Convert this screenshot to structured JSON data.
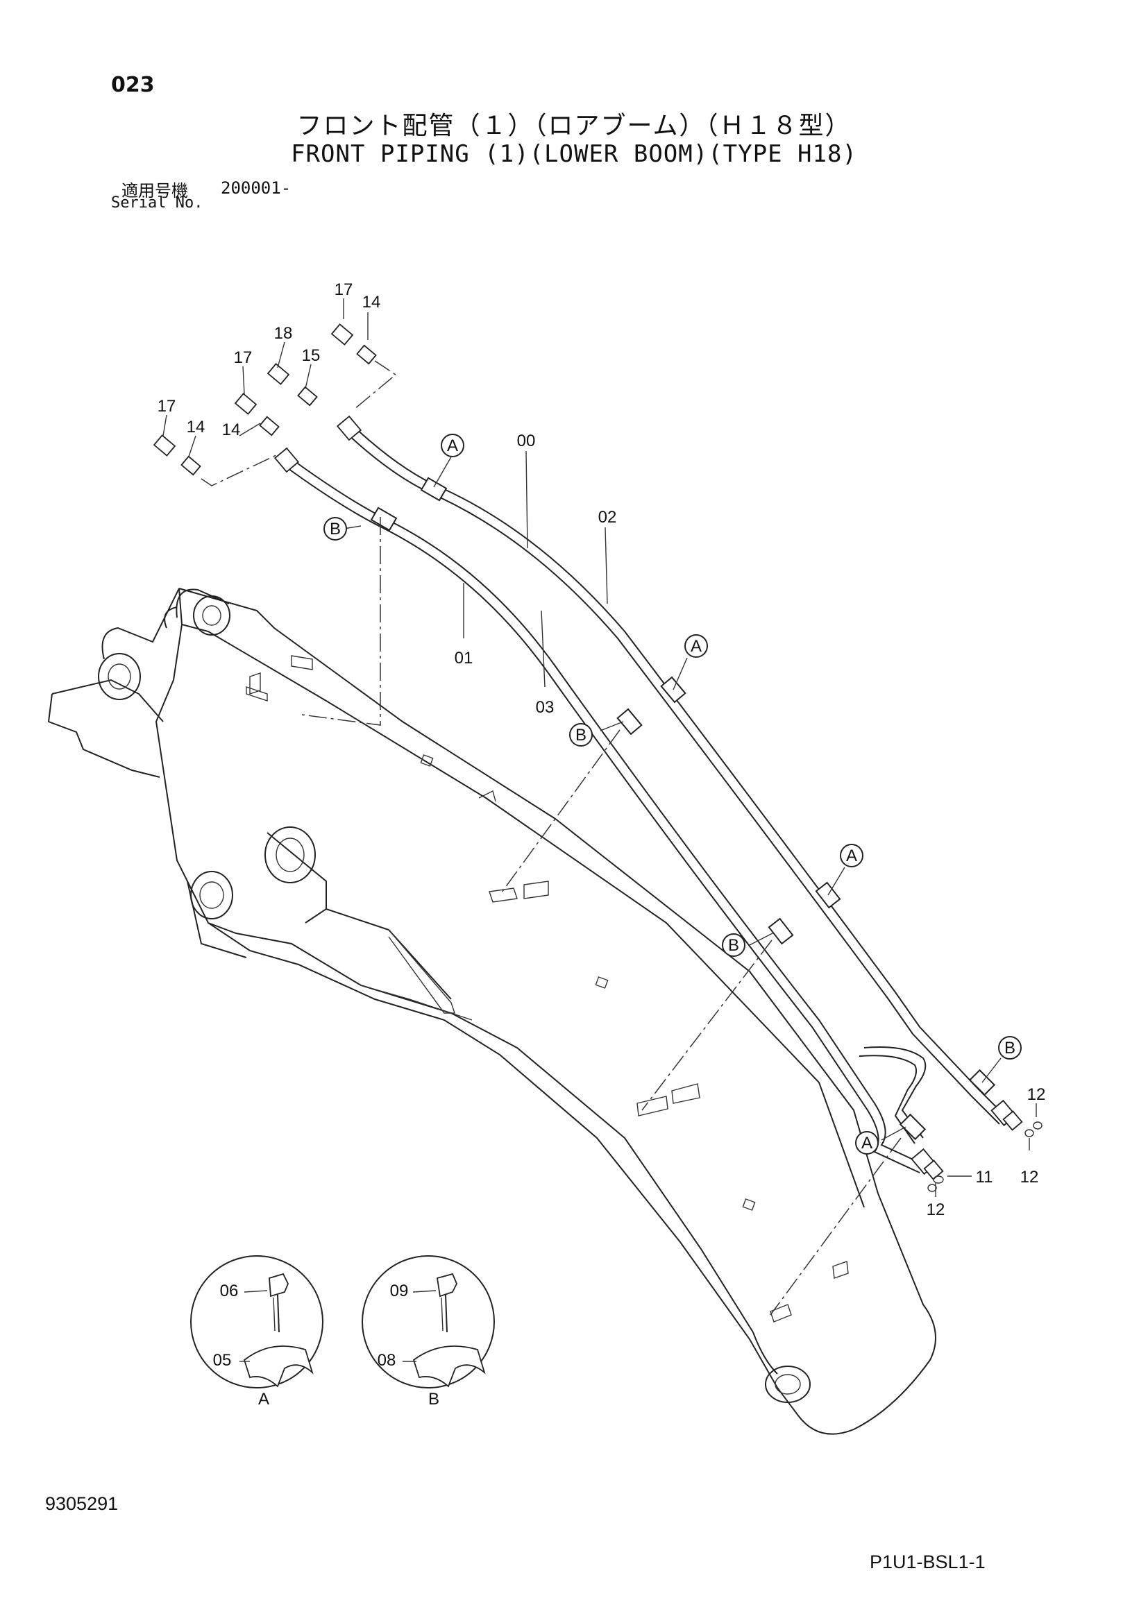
{
  "header": {
    "page_number": "023",
    "title_jp": "フロント配管（１）（ロアブーム）（Ｈ１８型）",
    "title_en": "FRONT PIPING (1)(LOWER BOOM)(TYPE H18)",
    "serial_label_jp": "適用号機",
    "serial_value": "200001-",
    "serial_label_en": "Serial No."
  },
  "callouts": {
    "c17a": "17",
    "c14a": "14",
    "c18": "18",
    "c17b": "17",
    "c15": "15",
    "c17c": "17",
    "c14b": "14",
    "c14c": "14",
    "c00": "00",
    "c02": "02",
    "c01": "01",
    "c03": "03",
    "c11": "11",
    "c12a": "12",
    "c12b": "12",
    "c12c": "12",
    "c06": "06",
    "c05": "05",
    "c09": "09",
    "c08": "08"
  },
  "markers": {
    "a1": "A",
    "a2": "A",
    "a3": "A",
    "a4": "A",
    "b1": "B",
    "b2": "B",
    "b3": "B",
    "b4": "B"
  },
  "details": {
    "detail_a_label": "A",
    "detail_b_label": "B"
  },
  "footer": {
    "drawing_number": "9305291",
    "sheet_code": "P1U1-BSL1-1"
  },
  "colors": {
    "line": "#222222",
    "background": "#ffffff"
  }
}
